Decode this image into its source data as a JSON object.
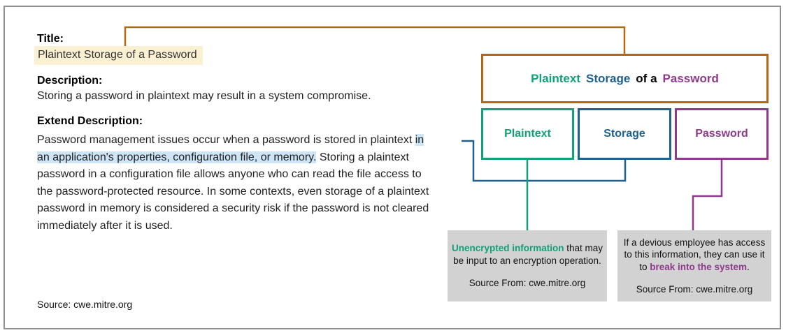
{
  "colors": {
    "orange": "#b5680f",
    "green": "#10a17a",
    "blue": "#1f618e",
    "purple": "#8e3a8c",
    "title_highlight": "#fcf0d2",
    "text_highlight": "#cde5f7",
    "gray_box": "#d2d2d2",
    "frame_border": "#8f8f8f"
  },
  "left_panel": {
    "title_label": "Title:",
    "title_value": "Plaintext Storage of a Password",
    "description_label": "Description:",
    "description_text": "Storing a password in plaintext may result in a system compromise.",
    "extend_label": "Extend Description:",
    "extend_pre": "Password management issues occur when a password is stored in plaintext ",
    "extend_highlight": "in\nan application's properties, configuration file, or memory.",
    "extend_post": " Storing a plaintext\npassword in a configuration file allows anyone who can read the file access to\nthe password-protected resource. In some contexts, even storage of a plaintext\npassword in memory is considered a security risk if the password is not cleared\nimmediately after it is used.",
    "source_text": "Source: cwe.mitre.org"
  },
  "diagram": {
    "main_box": {
      "part1": "Plaintext",
      "part2": "Storage",
      "part3": "of a",
      "part4": "Password"
    },
    "word_boxes": {
      "plaintext": "Plaintext",
      "storage": "Storage",
      "password": "Password"
    },
    "note_plaintext": {
      "highlight": "Unencrypted information",
      "rest": " that may\nbe input to an encryption operation.",
      "source": "Source From: cwe.mitre.org"
    },
    "note_password": {
      "pre": "If a devious employee has access\nto this information, they can use it\nto ",
      "highlight": "break into the system",
      "post": ".",
      "source": "Source From: cwe.mitre.org"
    }
  }
}
